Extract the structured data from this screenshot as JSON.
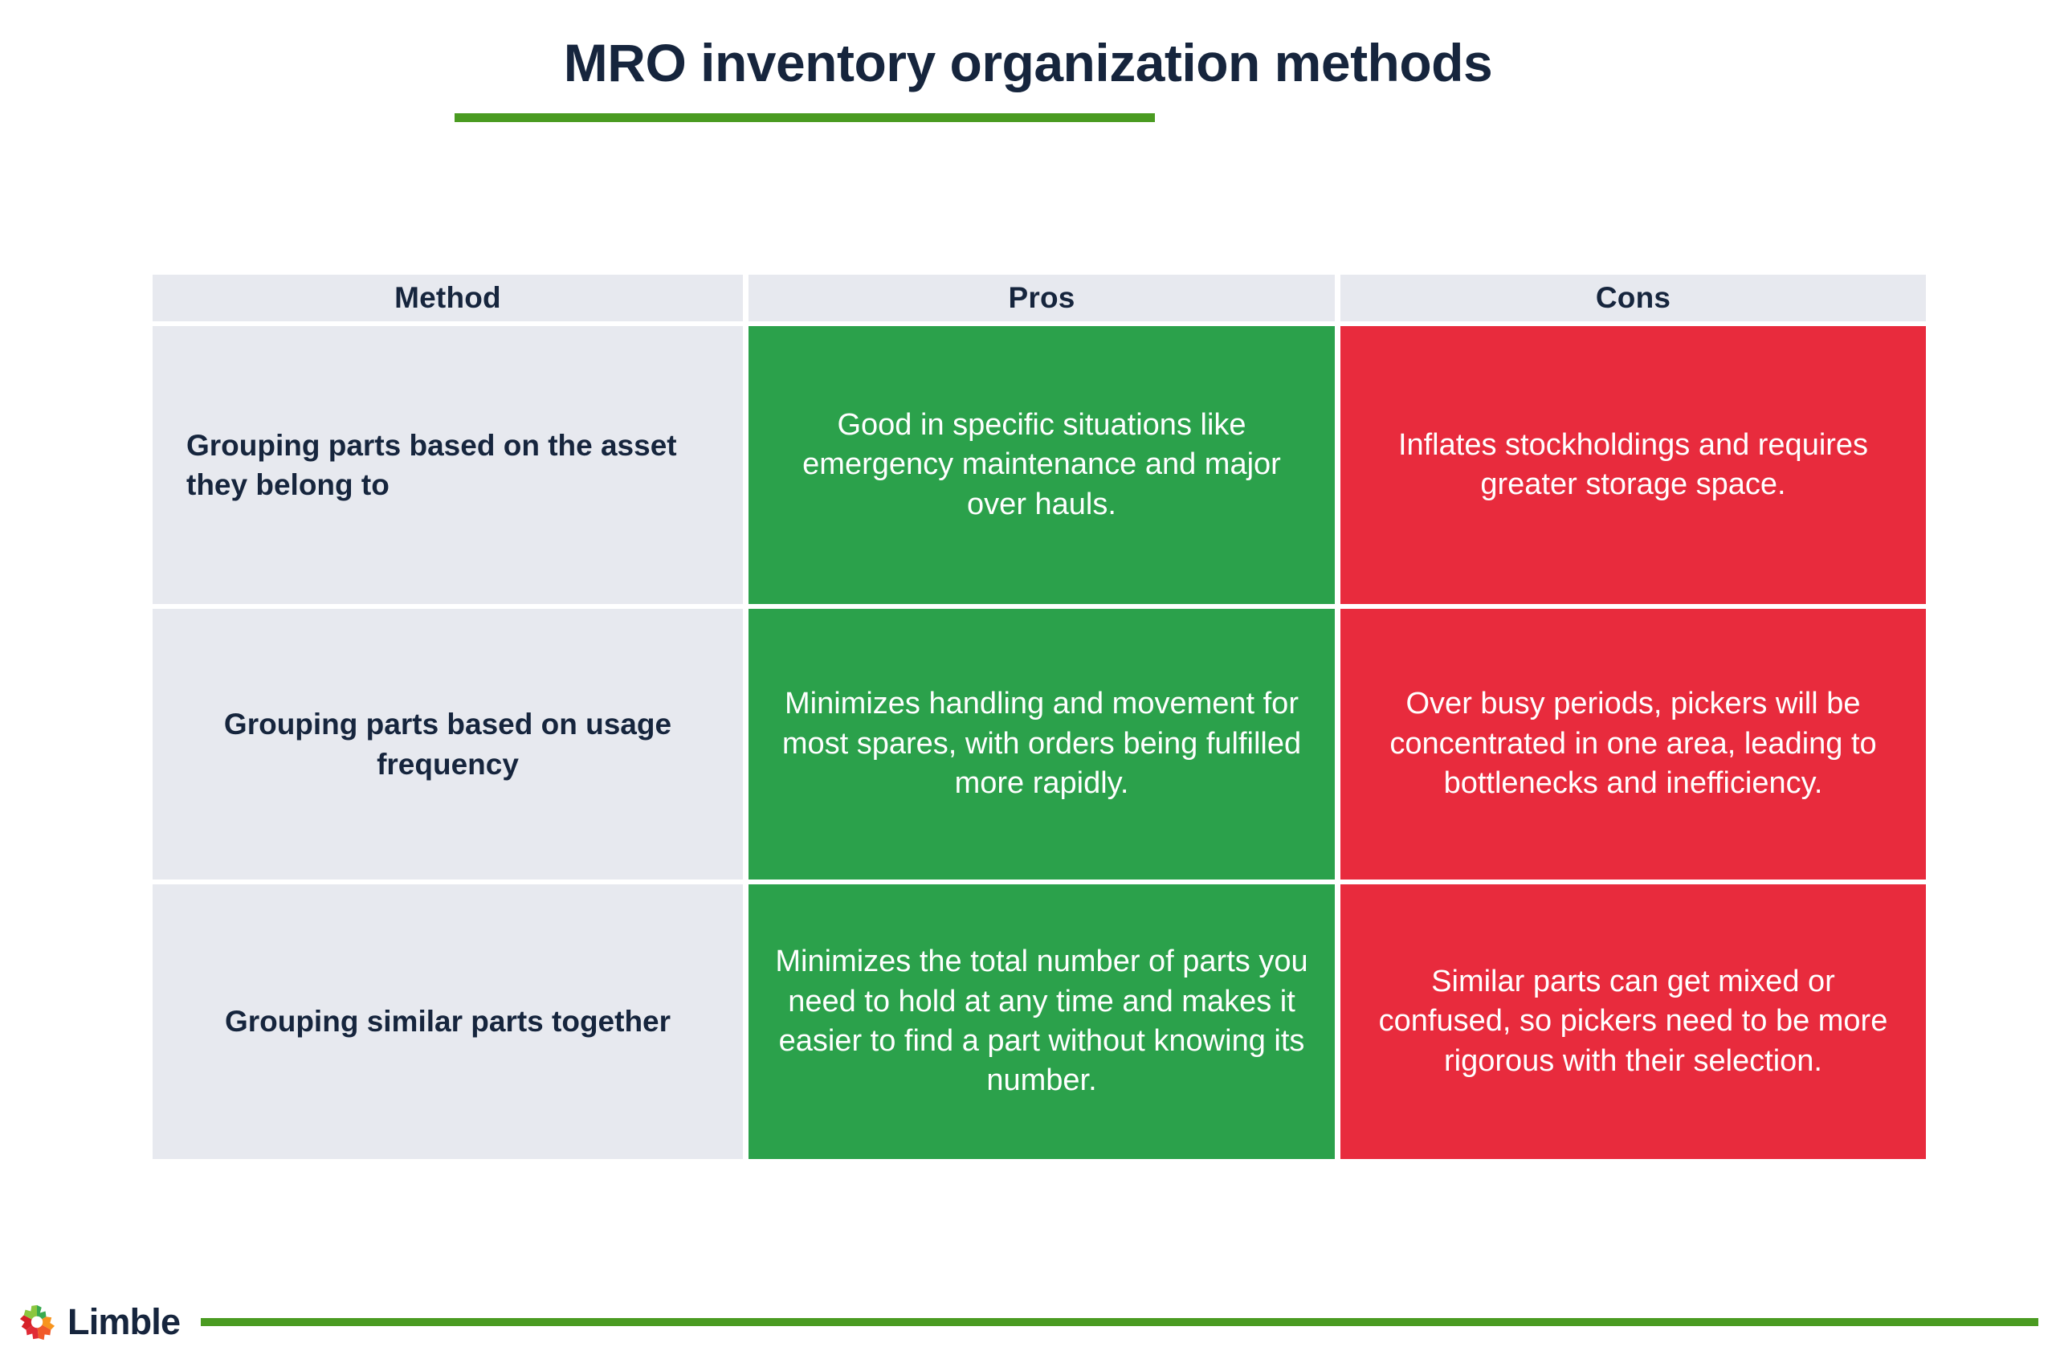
{
  "page": {
    "title": "MRO inventory organization methods",
    "accent_green": "#4a9b21",
    "title_color": "#16253d",
    "background": "#ffffff"
  },
  "table": {
    "columns": [
      {
        "key": "method",
        "label": "Method"
      },
      {
        "key": "pros",
        "label": "Pros"
      },
      {
        "key": "cons",
        "label": "Cons"
      }
    ],
    "header_background": "#e7e9ef",
    "method_cell_background": "#e7e9ef",
    "pros_cell_background": "#2ba14b",
    "cons_cell_background": "#e82b3d",
    "rows": [
      {
        "method": "Grouping parts based on the asset they belong to",
        "pros": "Good in specific situations like emergency maintenance and major over hauls.",
        "cons": "Inflates stockholdings and requires greater storage space."
      },
      {
        "method": "Grouping parts based on usage frequency",
        "pros": "Minimizes handling and movement for most spares, with orders being fulfilled more rapidly.",
        "cons": "Over busy periods, pickers will be concentrated in one area, leading to bottlenecks and inefficiency."
      },
      {
        "method": "Grouping similar parts together",
        "pros": "Minimizes the total number of parts you need to hold at any time and makes it easier to find a part without knowing its number.",
        "cons": "Similar parts can get mixed or confused, so pickers need to be more rigorous with their selection."
      }
    ]
  },
  "footer": {
    "brand": "Limble",
    "logo_icon": "limble-gear-icon",
    "logo_colors": [
      "#3aaa4f",
      "#8cc63f",
      "#f7941e",
      "#f15a29",
      "#e02b36",
      "#d62027"
    ]
  }
}
